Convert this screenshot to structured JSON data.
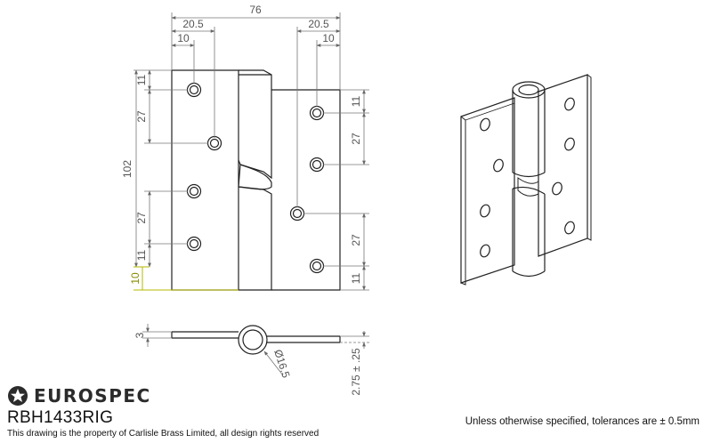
{
  "brand": {
    "name": "EUROSPEC",
    "logo_icon": "star-circle-icon"
  },
  "product_code": "RBH1433RIG",
  "property_notice": "This drawing is the property of Carlisle Brass Limited, all design rights reserved",
  "tolerance_note": "Unless otherwise specified, tolerances are ± 0.5mm",
  "dimensions": {
    "overall_width": "76",
    "left_leaf_hole_offset": "20.5",
    "left_leaf_hole_edge": "10",
    "right_leaf_hole_offset": "20.5",
    "right_leaf_hole_edge": "10",
    "height": "102",
    "left_top_edge": "11",
    "left_spacing_top": "27",
    "left_spacing_bottom": "27",
    "left_bottom_edge": "11",
    "rise": "10",
    "right_top_edge": "11",
    "right_spacing_top": "27",
    "right_spacing_bottom": "27",
    "right_bottom_edge": "11",
    "leaf_thickness": "3",
    "knuckle_diameter": "Ø16.5",
    "knuckle_tolerance": "2.75 ± .25"
  }
}
